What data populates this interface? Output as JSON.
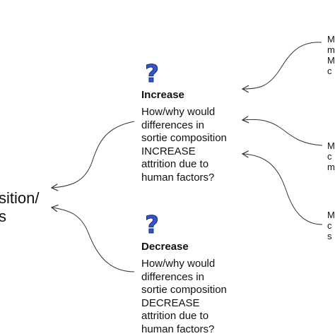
{
  "left_node": {
    "lines": [
      "sition/",
      "s"
    ]
  },
  "increase": {
    "title": "Increase",
    "lines": [
      "How/why would",
      "differences in",
      "sortie composition",
      "INCREASE",
      "attrition due to",
      "human factors?"
    ]
  },
  "decrease": {
    "title": "Decrease",
    "lines": [
      "How/why would",
      "differences in",
      "sortie composition",
      "DECREASE",
      "attrition due to",
      "human factors?"
    ]
  },
  "right_edge": {
    "group1": [
      "M",
      "m",
      "M",
      "c"
    ],
    "group2": [
      "M",
      "c",
      "m"
    ],
    "group3": [
      "M",
      "c",
      "s"
    ]
  },
  "icons": {
    "increase_icon": "question-mark-icon",
    "decrease_icon": "question-mark-icon"
  },
  "colors": {
    "icon_blue": "#3355cc",
    "arrow": "#333333"
  }
}
